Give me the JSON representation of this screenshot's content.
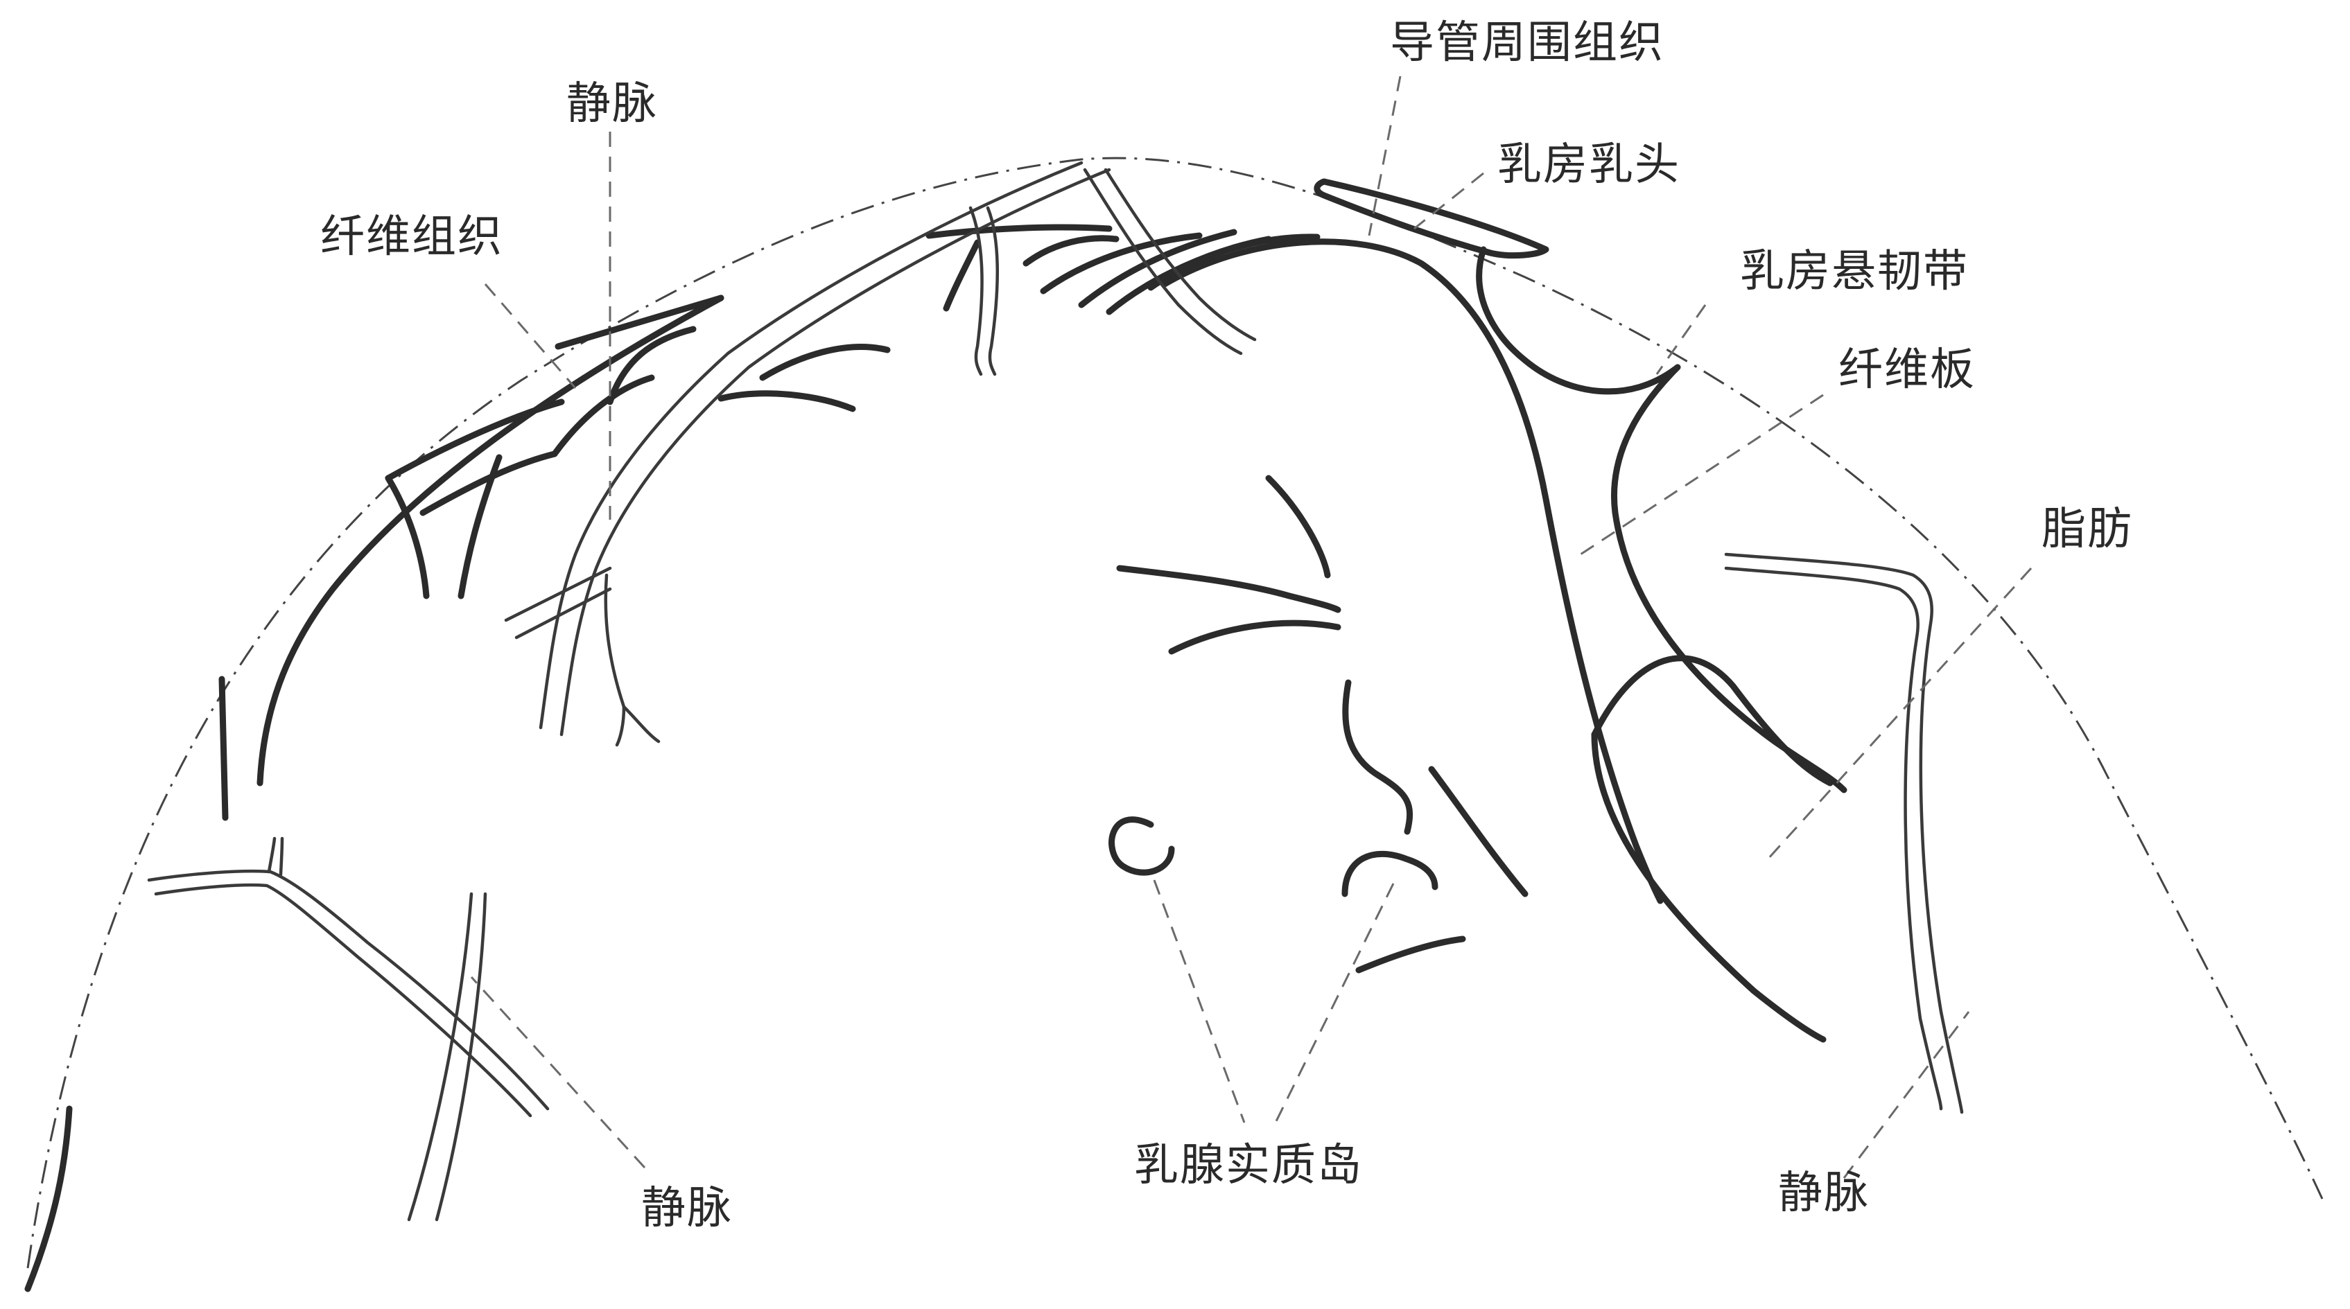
{
  "labels": {
    "duct_periductal_tissue": "导管周围组织",
    "vein_top": "静脉",
    "nipple": "乳房乳头",
    "fibrous_tissue": "纤维组织",
    "suspensory_ligament": "乳房悬韧带",
    "fibrous_plate": "纤维板",
    "fat": "脂肪",
    "glandular_islands": "乳腺实质岛",
    "vein_bottom_left": "静脉",
    "vein_bottom_right": "静脉"
  }
}
